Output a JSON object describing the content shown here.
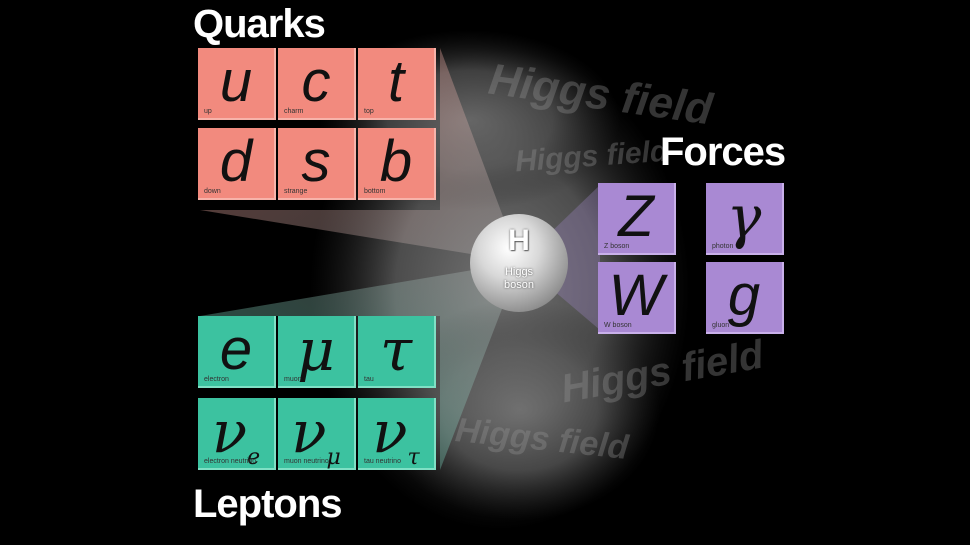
{
  "groups": {
    "quarks": {
      "title": "Quarks",
      "color": "#f28a7e",
      "particles": [
        {
          "symbol": "u",
          "name": "up"
        },
        {
          "symbol": "c",
          "name": "charm"
        },
        {
          "symbol": "t",
          "name": "top"
        },
        {
          "symbol": "d",
          "name": "down"
        },
        {
          "symbol": "s",
          "name": "strange"
        },
        {
          "symbol": "b",
          "name": "bottom"
        }
      ]
    },
    "leptons": {
      "title": "Leptons",
      "color": "#3cc2a0",
      "particles": [
        {
          "symbol": "e",
          "name": "electron"
        },
        {
          "symbol": "μ",
          "name": "muon"
        },
        {
          "symbol": "τ",
          "name": "tau"
        },
        {
          "symbol": "ν",
          "sub": "e",
          "name": "electron neutrino"
        },
        {
          "symbol": "ν",
          "sub": "μ",
          "name": "muon neutrino"
        },
        {
          "symbol": "ν",
          "sub": "τ",
          "name": "tau neutrino"
        }
      ]
    },
    "forces": {
      "title": "Forces",
      "color": "#a989d3",
      "particles": [
        {
          "symbol": "Z",
          "name": "Z boson"
        },
        {
          "symbol": "γ",
          "name": "photon"
        },
        {
          "symbol": "W",
          "name": "W boson"
        },
        {
          "symbol": "g",
          "name": "gluon"
        }
      ]
    }
  },
  "higgs": {
    "symbol": "H",
    "name_line1": "Higgs",
    "name_line2": "boson"
  },
  "field_label": "Higgs field"
}
